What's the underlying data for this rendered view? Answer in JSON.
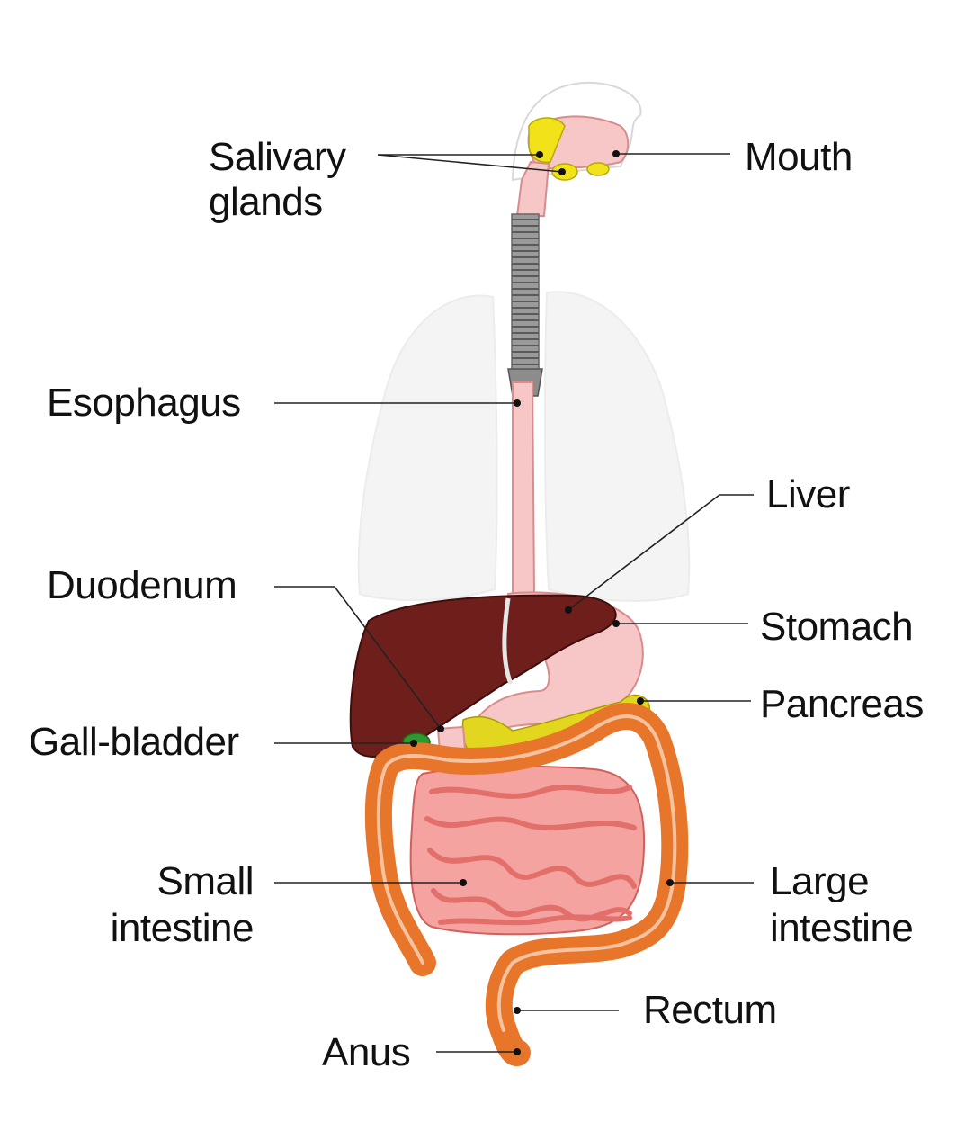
{
  "labels": {
    "salivary_1": "Salivary",
    "salivary_2": "glands",
    "mouth": "Mouth",
    "esophagus": "Esophagus",
    "liver": "Liver",
    "duodenum": "Duodenum",
    "stomach": "Stomach",
    "pancreas": "Pancreas",
    "gallbladder": "Gall-bladder",
    "small_1": "Small",
    "small_2": "intestine",
    "large_1": "Large",
    "large_2": "intestine",
    "rectum": "Rectum",
    "anus": "Anus"
  },
  "colors": {
    "lungs": "#f3f3f3",
    "tract": "#f7c6c6",
    "tract_outline": "#d98c8c",
    "salivary": "#f2e21a",
    "liver": "#6e1f1c",
    "gallbladder": "#2e9a2e",
    "pancreas": "#e2d61e",
    "small_intestine": "#f08b86",
    "large_intestine": "#e8762a",
    "trachea": "#8a8a8a",
    "leader": "#222222"
  }
}
